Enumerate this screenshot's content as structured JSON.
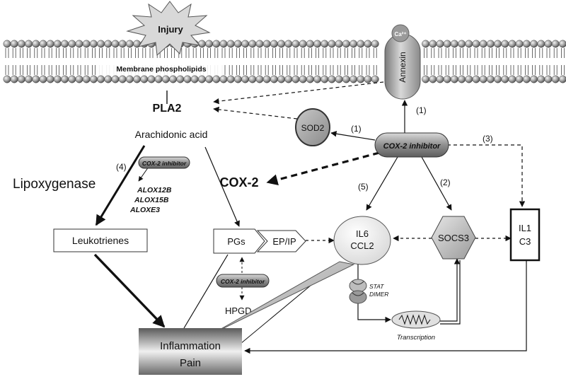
{
  "membrane": {
    "injury": "Injury",
    "phospholipids": "Membrane phospholipids",
    "annexin": "Annexin",
    "calcium": "Ca²⁺"
  },
  "nodes": {
    "pla2": "PLA2",
    "arachidonic": "Arachidonic acid",
    "sod2": "SOD2",
    "cox2_inhibitor_main": "COX-2 inhibitor",
    "cox2": "COX-2",
    "lipoxygenase": "Lipoxygenase",
    "cox2_inhibitor_small_1": "COX-2 inhibitor",
    "alox12b": "ALOX12B",
    "alox15b": "ALOX15B",
    "aloxe3": "ALOXE3",
    "leukotrienes": "Leukotrienes",
    "pgs": "PGs",
    "epip": "EP/IP",
    "cox2_inhibitor_small_2": "COX-2 inhibitor",
    "hpgd": "HPGD",
    "il6": "IL6",
    "ccl2": "CCL2",
    "socs3": "SOCS3",
    "il1": "IL1",
    "c3": "C3",
    "stat": "STAT",
    "dimer": "DIMER",
    "transcription": "Transcription",
    "inflammation": "Inflammation",
    "pain": "Pain"
  },
  "labels": {
    "n1a": "(1)",
    "n1b": "(1)",
    "n2": "(2)",
    "n3": "(3)",
    "n4": "(4)",
    "n5": "(5)"
  }
}
